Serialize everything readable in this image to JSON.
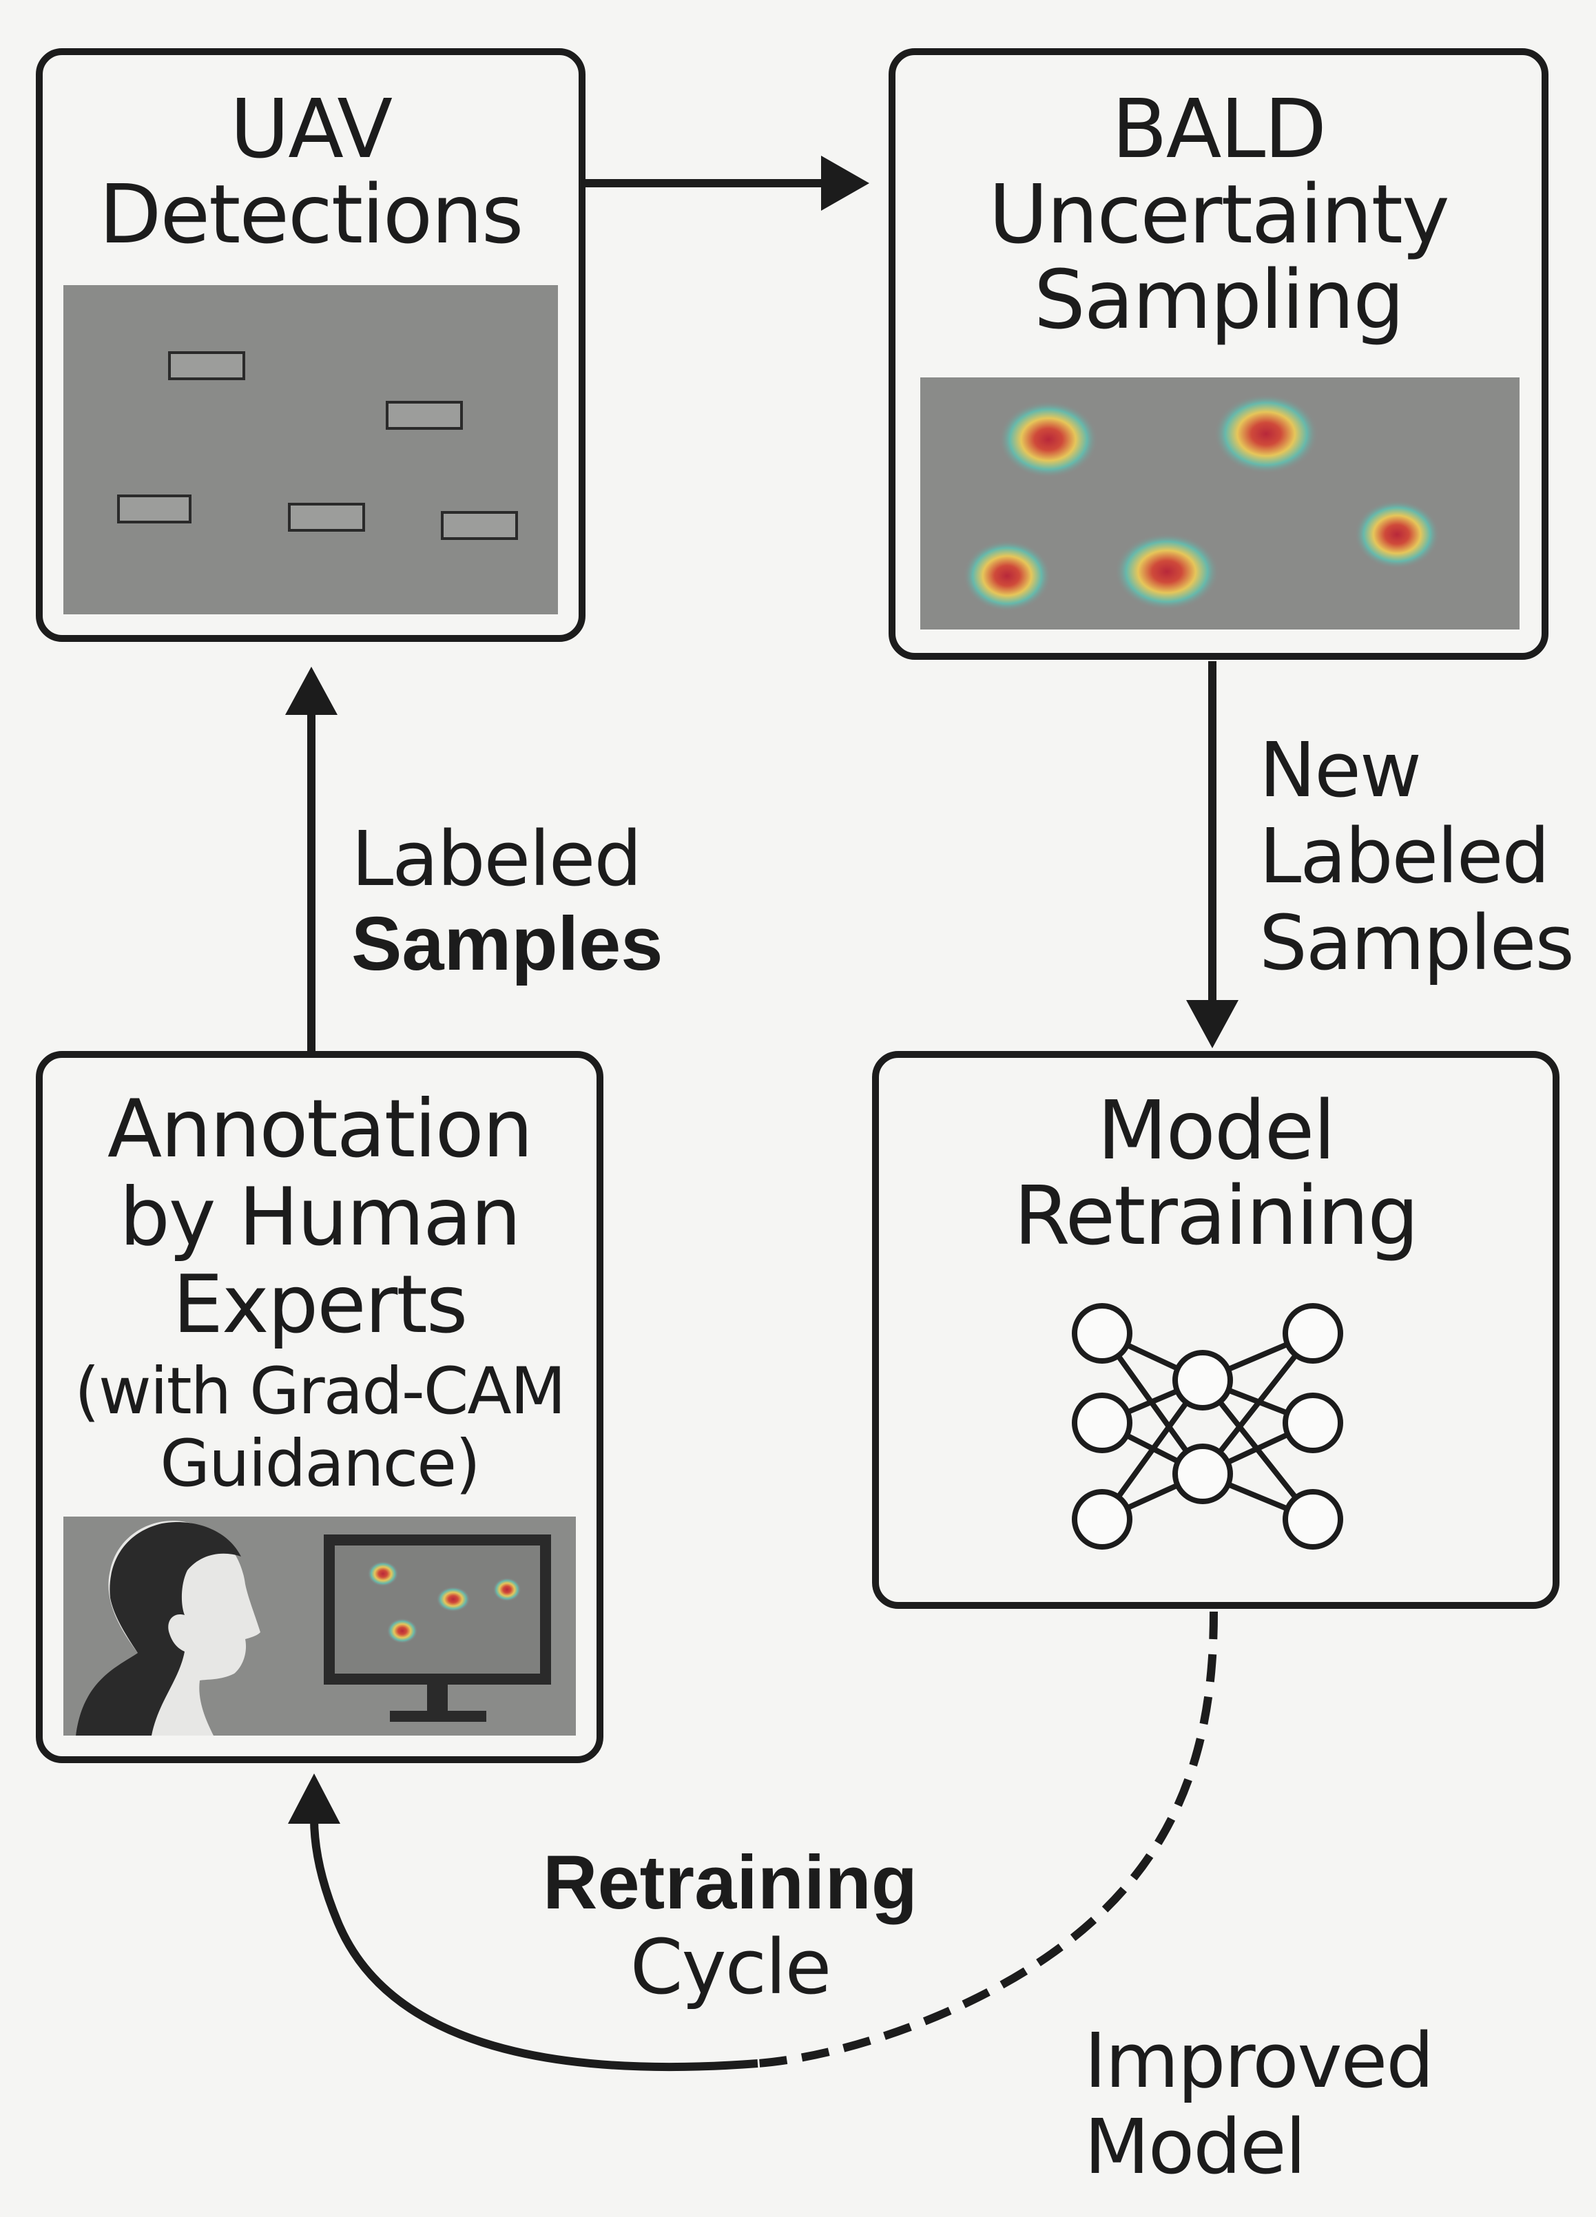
{
  "nodes": {
    "uav": {
      "title_lines": [
        "UAV",
        "Detections"
      ]
    },
    "bald": {
      "title_lines": [
        "BALD",
        "Uncertainty",
        "Sampling"
      ]
    },
    "annotation": {
      "title_lines": [
        "Annotation",
        "by Human",
        "Experts"
      ],
      "subtitle_lines": [
        "(with Grad-CAM",
        "Guidance)"
      ]
    },
    "model": {
      "title_lines": [
        "Model",
        "Retraining"
      ]
    }
  },
  "edges": {
    "labeled": {
      "line1": "Labeled",
      "line2": "Samples"
    },
    "new_labeled": {
      "line1": "New",
      "line2": "Labeled",
      "line3": "Samples"
    },
    "cycle": {
      "line1": "Retraining",
      "line2": "Cycle"
    },
    "improved": {
      "line1": "Improved",
      "line2": "Model"
    }
  },
  "colors": {
    "stroke": "#1c1c1c",
    "panel_gray": "#8a8b89",
    "heat_core": "#c8383a",
    "heat_mid": "#e8c24a",
    "heat_outer": "#5fb8b0"
  },
  "icons": {
    "uav_panel": "aerial-detection-boxes",
    "bald_panel": "uncertainty-heatmap",
    "annotation_panel": "human-expert-at-monitor",
    "model_panel": "neural-network-icon"
  }
}
